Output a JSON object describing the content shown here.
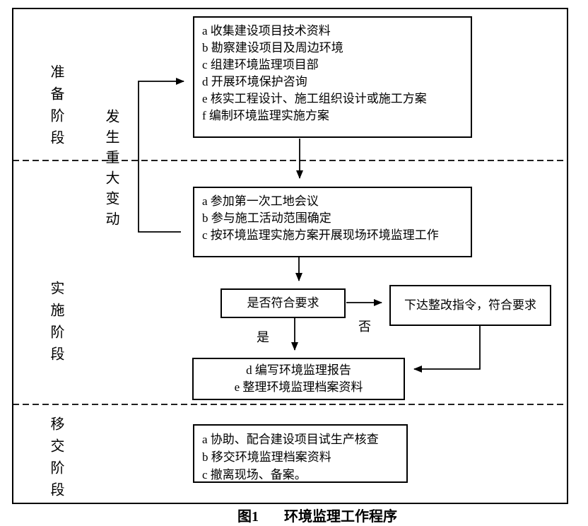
{
  "colors": {
    "line": "#000000",
    "background": "#ffffff",
    "text": "#000000"
  },
  "stages": {
    "preparation": "准备阶段",
    "implementation": "实施阶段",
    "handover": "移交阶段"
  },
  "feedback_label": "发生重大变动",
  "boxes": {
    "preparation_tasks": {
      "lines": [
        "a 收集建设项目技术资料",
        "b 勘察建设项目及周边环境",
        "c 组建环境监理项目部",
        "d 开展环境保护咨询",
        "e 核实工程设计、施工组织设计或施工方案",
        "f 编制环境监理实施方案"
      ]
    },
    "implementation_tasks": {
      "lines": [
        "a 参加第一次工地会议",
        "b 参与施工活动范围确定",
        "c 按环境监理实施方案开展现场环境监理工作"
      ]
    },
    "decision": {
      "text": "是否符合要求"
    },
    "rectification": {
      "text": "下达整改指令，符合要求"
    },
    "reporting": {
      "lines": [
        "d  编写环境监理报告",
        "e  整理环境监理档案资料"
      ]
    },
    "handover_tasks": {
      "lines": [
        "a 协助、配合建设项目试生产核查",
        "b 移交环境监理档案资料",
        "c 撤离现场、备案。"
      ]
    }
  },
  "branch_labels": {
    "yes": "是",
    "no": "否"
  },
  "caption": {
    "label": "图1",
    "title": "环境监理工作程序"
  }
}
